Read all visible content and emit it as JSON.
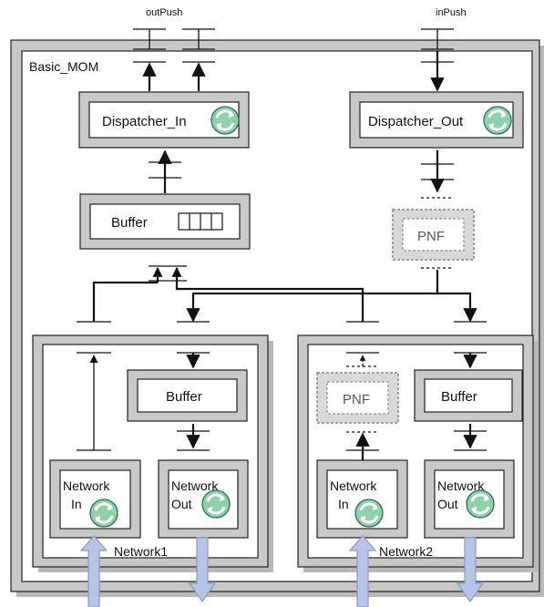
{
  "ports": {
    "out_push": "outPush",
    "in_push": "inPush"
  },
  "main": {
    "title": "Basic_MOM",
    "dispatcher_in": "Dispatcher_In",
    "dispatcher_out": "Dispatcher_Out",
    "buffer": "Buffer",
    "pnf": "PNF"
  },
  "network1": {
    "title": "Network1",
    "buffer": "Buffer",
    "network_in": [
      "Network",
      "In"
    ],
    "network_out": [
      "Network",
      "Out"
    ]
  },
  "network2": {
    "title": "Network2",
    "pnf": "PNF",
    "buffer": "Buffer",
    "network_in": [
      "Network",
      "In"
    ],
    "network_out": [
      "Network",
      "Out"
    ]
  },
  "colors": {
    "box_fill": "#c8c8c8",
    "box_inner": "#ffffff",
    "stroke": "#222222",
    "pnf_border": "#9aa0b4",
    "flow_arrow": "#b8c4e6",
    "flow_arrow_stroke": "#8a98c8",
    "cycle_fill": "#8fd1ad",
    "cycle_stroke": "#2e6e4e",
    "shadow": "#b9b9b9"
  },
  "icons": [
    "cycle-icon",
    "queue-icon",
    "flow-arrow-icon"
  ]
}
